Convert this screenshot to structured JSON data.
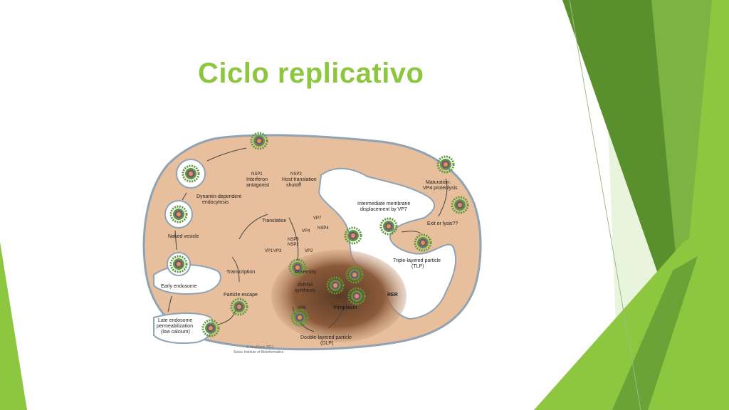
{
  "slide": {
    "title": "Ciclo replicativo"
  },
  "diagram": {
    "labels": {
      "nsp1": "NSP1",
      "interferon_1": "Interferon",
      "interferon_2": "antagonist",
      "nsp3": "NSP3",
      "host_1": "Host translation",
      "host_2": "shutoff",
      "dynamin_1": "Dynamin-dependent",
      "dynamin_2": "endocytosis",
      "naked_vesicle": "Naked vesicle",
      "translation": "Translation",
      "vp7": "VP7",
      "nsp4": "NSP4",
      "vp4": "VP4",
      "vp1": "VP1",
      "vp3": "VP3",
      "nsp5": "NSP5",
      "nsp2": "NSP2",
      "vp2": "VP2",
      "transcription": "Transcription",
      "assembly": "Assembly",
      "dsrna_1": "dsRNA",
      "dsrna_2": "synthesis",
      "early_endosome": "Early endosome",
      "particle_escape": "Particle escape",
      "late_1": "Late endosome",
      "late_2": "permeabilization",
      "late_3": "(low calcium)",
      "vp6": "VP6",
      "viroplasm": "Viroplasm",
      "rer": "RER",
      "dlp_1": "Double-layered particle",
      "dlp_2": "(DLP)",
      "intermediate_1": "Intermediate membrane",
      "intermediate_2": "displacement by VP7",
      "exit": "Exit or lysis??",
      "tlp_1": "Triple-layered particle",
      "tlp_2": "(TLP)",
      "maturation_1": "Maturation:",
      "maturation_2": "VP4 proteolysis",
      "credit_1": "© ViralZone 2011",
      "credit_2": "Swiss Institute of Bioinformatics"
    },
    "colors": {
      "cytoplasm": "#e8bf9c",
      "membrane": "#8fa3b5",
      "viroplasm": "#a0603a",
      "virion_outer": "#5a9a3a",
      "virion_mid": "#7a5080",
      "virion_core": "#d89a4a"
    }
  },
  "theme": {
    "accent_light": "#8dc63f",
    "accent_dark": "#5a8f2e"
  }
}
